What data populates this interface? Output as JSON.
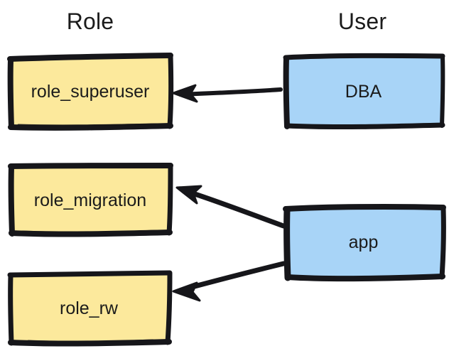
{
  "diagram": {
    "title_columns": {
      "role": "Role",
      "user": "User"
    },
    "colors": {
      "role_fill": "#fce99c",
      "user_fill": "#a8d4f7",
      "stroke": "#16161a",
      "text": "#1b1b1b",
      "background": "#ffffff"
    },
    "nodes": [
      {
        "id": "role_superuser",
        "label": "role_superuser",
        "type": "role",
        "fill": "#fce99c"
      },
      {
        "id": "role_migration",
        "label": "role_migration",
        "type": "role",
        "fill": "#fce99c"
      },
      {
        "id": "role_rw",
        "label": "role_rw",
        "type": "role",
        "fill": "#fce99c"
      },
      {
        "id": "dba",
        "label": "DBA",
        "type": "user",
        "fill": "#a8d4f7"
      },
      {
        "id": "app",
        "label": "app",
        "type": "user",
        "fill": "#a8d4f7"
      }
    ],
    "edges": [
      {
        "id": "dba-to-role-superuser",
        "from": "dba",
        "to": "role_superuser",
        "direction": "left"
      },
      {
        "id": "app-to-role-migration",
        "from": "app",
        "to": "role_migration",
        "direction": "up-left"
      },
      {
        "id": "app-to-role-rw",
        "from": "app",
        "to": "role_rw",
        "direction": "down-left"
      }
    ]
  }
}
